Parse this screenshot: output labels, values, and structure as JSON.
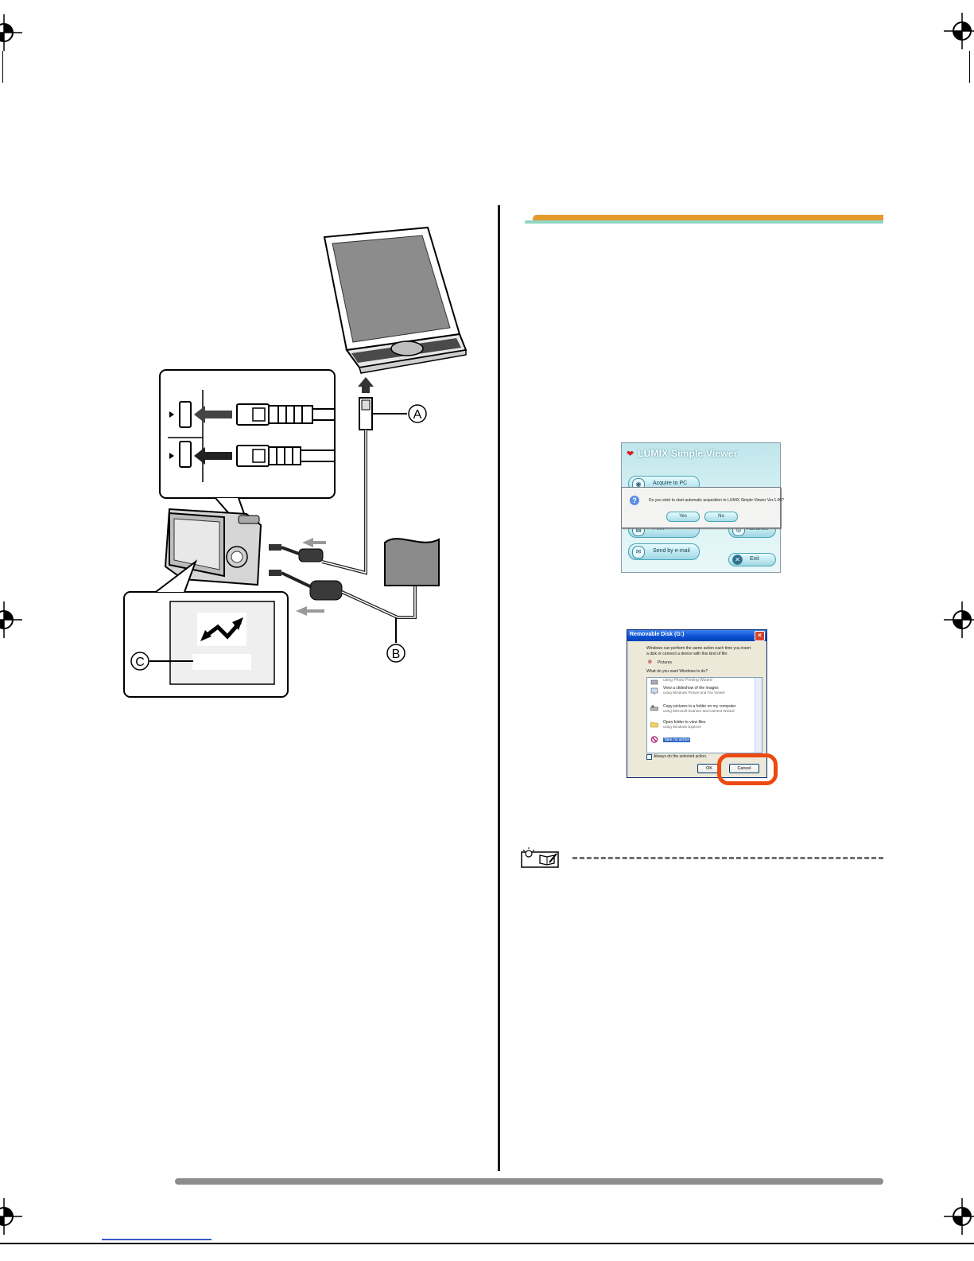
{
  "labels": {
    "a": "A",
    "b": "B",
    "c": "C"
  },
  "lumix": {
    "title": "LUMIX Simple Viewer",
    "acquire": "Acquire to PC",
    "print": "Print",
    "send": "Send by e-mail",
    "advance": "Advance",
    "exit": "Exit",
    "dialog_text": "Do you wish to start automatic acquisition to LUMIX Simple Viewer Ver.1.00?",
    "yes": "Yes",
    "no": "No"
  },
  "windows_dialog": {
    "title": "Removable Disk (G:)",
    "intro_line1": "Windows can perform the same action each time you insert",
    "intro_line2": "a disk or connect a device with this kind of file:",
    "pictures": "Pictures",
    "question": "What do you want Windows to do?",
    "items": [
      {
        "label": "using Photo Printing Wizard",
        "sub": ""
      },
      {
        "label": "View a slideshow of the images",
        "sub": "using Windows Picture and Fax Viewer"
      },
      {
        "label": "Copy pictures to a folder on my computer",
        "sub": "using Microsoft Scanner and Camera Wizard"
      },
      {
        "label": "Open folder to view files",
        "sub": "using Windows Explorer"
      },
      {
        "label": "Take no action",
        "sub": ""
      }
    ],
    "always": "Always do the selected action.",
    "ok": "OK",
    "cancel": "Cancel"
  },
  "colors": {
    "header_orange": "#e69a2e",
    "header_teal": "#8fd6c4",
    "highlight": "#ec4a12",
    "xp_title": "#0a4fd1"
  }
}
